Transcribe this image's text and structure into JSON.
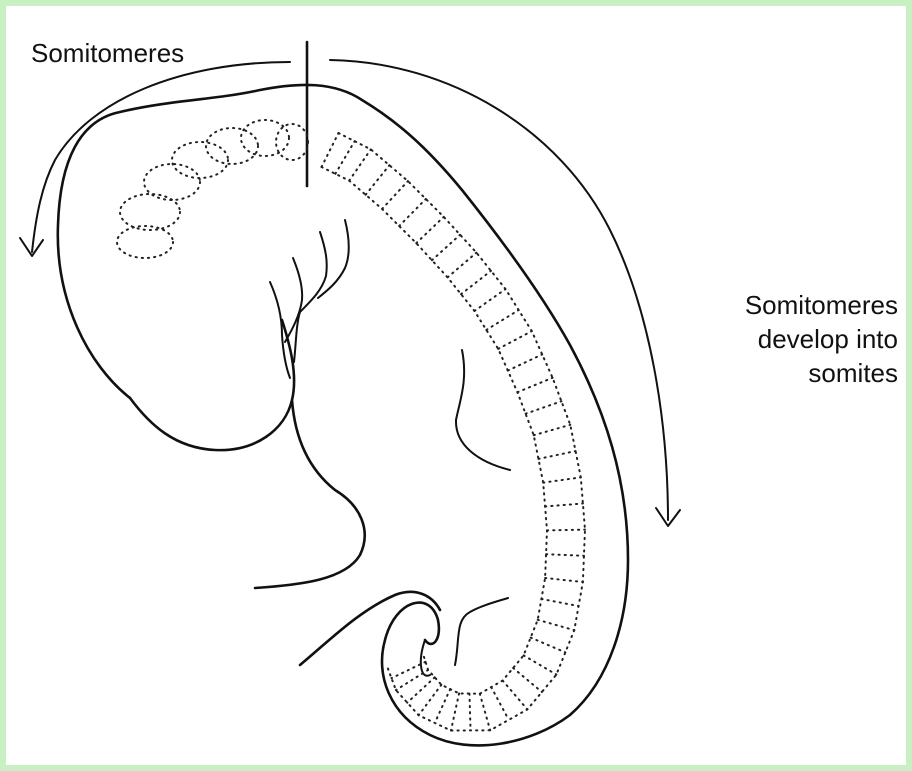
{
  "figure": {
    "label_top": "Somitomeres",
    "label_right_lines": [
      "Somitomeres",
      "develop into",
      "somites"
    ]
  }
}
